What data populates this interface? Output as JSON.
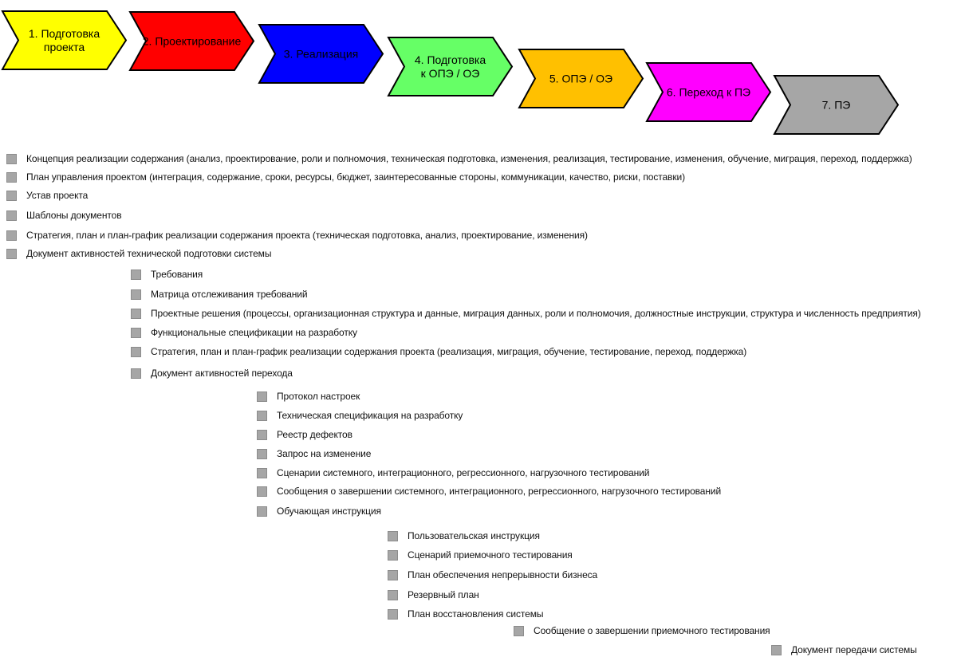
{
  "phases": [
    {
      "lines": [
        "1. Подготовка",
        "проекта"
      ],
      "color": "#ffff00"
    },
    {
      "lines": [
        "2. Проектирование"
      ],
      "color": "#ff0000"
    },
    {
      "lines": [
        "3. Реализация"
      ],
      "color": "#0000ff"
    },
    {
      "lines": [
        "4. Подготовка",
        "к ОПЭ / ОЭ"
      ],
      "color": "#66ff66"
    },
    {
      "lines": [
        "5. ОПЭ / ОЭ"
      ],
      "color": "#ffc000"
    },
    {
      "lines": [
        "6. Переход к ПЭ"
      ],
      "color": "#ff00ff"
    },
    {
      "lines": [
        "7. ПЭ"
      ],
      "color": "#a6a6a6"
    }
  ],
  "documents": [
    {
      "phase": 1,
      "text": "Концепция реализации содержания (анализ, проектирование, роли и полномочия, техническая подготовка, изменения, реализация, тестирование, изменения, обучение, миграция, переход, поддержка)"
    },
    {
      "phase": 1,
      "text": "План управления проектом (интеграция, содержание, сроки, ресурсы, бюджет, заинтересованные стороны, коммуникации, качество, риски, поставки)"
    },
    {
      "phase": 1,
      "text": "Устав проекта"
    },
    {
      "phase": 1,
      "text": "Шаблоны документов"
    },
    {
      "phase": 1,
      "text": "Стратегия, план и план-график реализации содержания проекта (техническая подготовка, анализ, проектирование, изменения)"
    },
    {
      "phase": 1,
      "text": "Документ активностей технической подготовки системы"
    },
    {
      "phase": 2,
      "text": "Требования"
    },
    {
      "phase": 2,
      "text": "Матрица отслеживания требований"
    },
    {
      "phase": 2,
      "text": "Проектные решения (процессы, организационная структура и данные, миграция данных, роли и полномочия, должностные инструкции, структура и численность предприятия)"
    },
    {
      "phase": 2,
      "text": "Функциональные спецификации на разработку"
    },
    {
      "phase": 2,
      "text": "Стратегия, план и план-график реализации содержания проекта (реализация, миграция, обучение, тестирование, переход, поддержка)"
    },
    {
      "phase": 2,
      "text": "Документ активностей перехода"
    },
    {
      "phase": 3,
      "text": "Протокол настроек"
    },
    {
      "phase": 3,
      "text": "Техническая спецификация на разработку"
    },
    {
      "phase": 3,
      "text": "Реестр дефектов"
    },
    {
      "phase": 3,
      "text": "Запрос на изменение"
    },
    {
      "phase": 3,
      "text": "Сценарии системного, интеграционного, регрессионного, нагрузочного тестирований"
    },
    {
      "phase": 3,
      "text": "Сообщения о завершении системного, интеграционного, регрессионного, нагрузочного тестирований"
    },
    {
      "phase": 3,
      "text": "Обучающая инструкция"
    },
    {
      "phase": 4,
      "text": "Пользовательская инструкция"
    },
    {
      "phase": 4,
      "text": "Сценарий приемочного тестирования"
    },
    {
      "phase": 4,
      "text": "План обеспечения непрерывности бизнеса"
    },
    {
      "phase": 4,
      "text": "Резервный план"
    },
    {
      "phase": 4,
      "text": "План восстановления системы"
    },
    {
      "phase": 5,
      "text": "Сообщение о завершении приемочного тестирования"
    },
    {
      "phase": 6,
      "text": "Документ передачи системы"
    }
  ]
}
